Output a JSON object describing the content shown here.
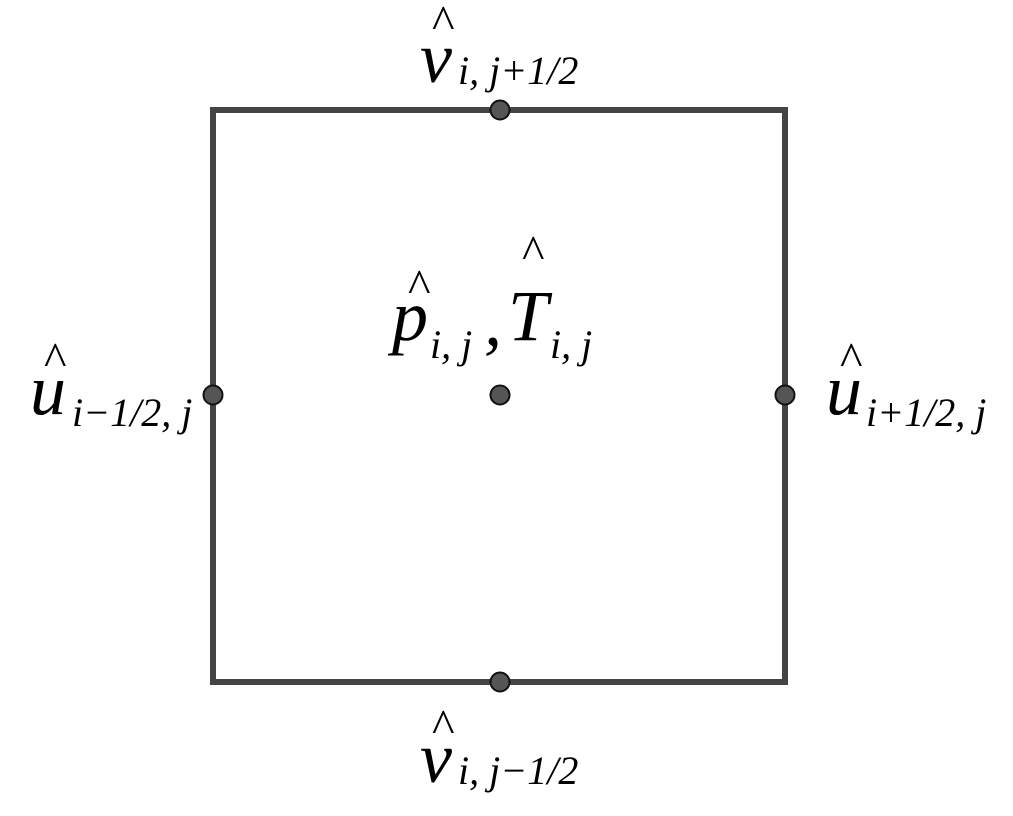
{
  "diagram": {
    "title": "Staggered grid cell",
    "stroke_color": "#444444",
    "node_color": "#555555",
    "labels": {
      "top": {
        "symbol": "v",
        "hat": "^",
        "subscript": "i, j+1/2"
      },
      "bottom": {
        "symbol": "v",
        "hat": "^",
        "subscript": "i, j−1/2"
      },
      "left": {
        "symbol": "u",
        "hat": "^",
        "subscript": "i−1/2, j"
      },
      "right": {
        "symbol": "u",
        "hat": "^",
        "subscript": "i+1/2, j"
      },
      "center_p": {
        "symbol": "p",
        "hat": "^",
        "subscript": "i, j"
      },
      "center_sep": ",",
      "center_T": {
        "symbol": "T",
        "hat": "^",
        "subscript": "i, j"
      }
    }
  }
}
